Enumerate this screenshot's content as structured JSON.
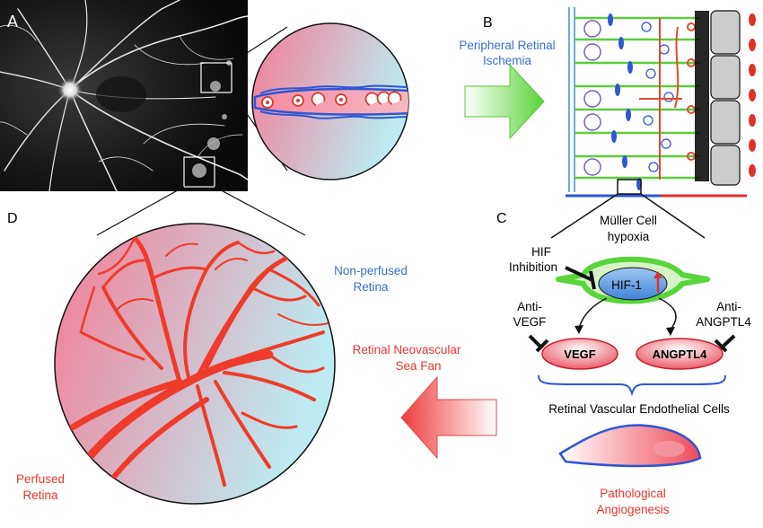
{
  "panels": {
    "a": "A",
    "b": "B",
    "c": "C",
    "d": "D"
  },
  "panel_b": {
    "title_line1": "Peripheral Retinal",
    "title_line2": "Ischemia"
  },
  "panel_c": {
    "muller_line1": "Müller Cell",
    "muller_line2": "hypoxia",
    "hif_inhibition_line1": "HIF",
    "hif_inhibition_line2": "Inhibition",
    "hif1": "HIF-1",
    "anti_vegf_line1": "Anti-",
    "anti_vegf_line2": "VEGF",
    "anti_angptl4_line1": "Anti-",
    "anti_angptl4_line2": "ANGPTL4",
    "vegf": "VEGF",
    "angptl4": "ANGPTL4",
    "endothelial": "Retinal Vascular Endothelial Cells",
    "angiogenesis_line1": "Pathological",
    "angiogenesis_line2": "Angiogenesis"
  },
  "panel_d": {
    "nonperfused_line1": "Non-perfused",
    "nonperfused_line2": "Retina",
    "neovascular_line1": "Retinal Neovascular",
    "neovascular_line2": "Sea Fan",
    "perfused_line1": "Perfused",
    "perfused_line2": "Retina"
  },
  "colors": {
    "blue_text": "#3a6fd0",
    "red_text": "#e8352b",
    "green": "#59d43b",
    "pink": "#f37a92",
    "cyan": "#bfe9f0"
  }
}
